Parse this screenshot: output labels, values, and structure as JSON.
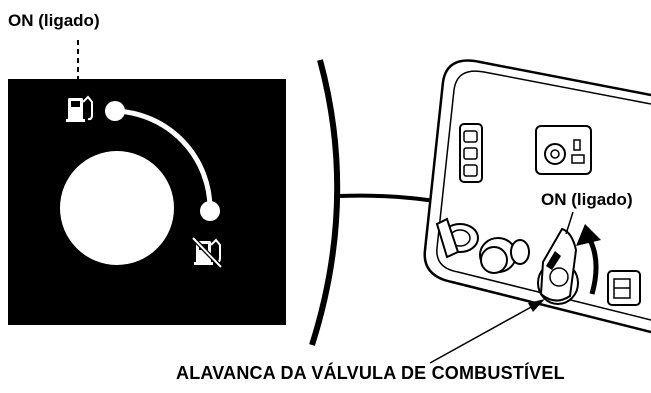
{
  "labels": {
    "on_top": "ON (ligado)",
    "on_side": "ON (ligado)",
    "lever_caption": "ALAVANCA DA VÁLVULA DE COMBUSTÍVEL"
  },
  "icons": {
    "on_position": "fuel-pump-icon",
    "off_position": "fuel-pump-off-icon"
  },
  "colors": {
    "ink": "#000000",
    "paper": "#ffffff"
  }
}
